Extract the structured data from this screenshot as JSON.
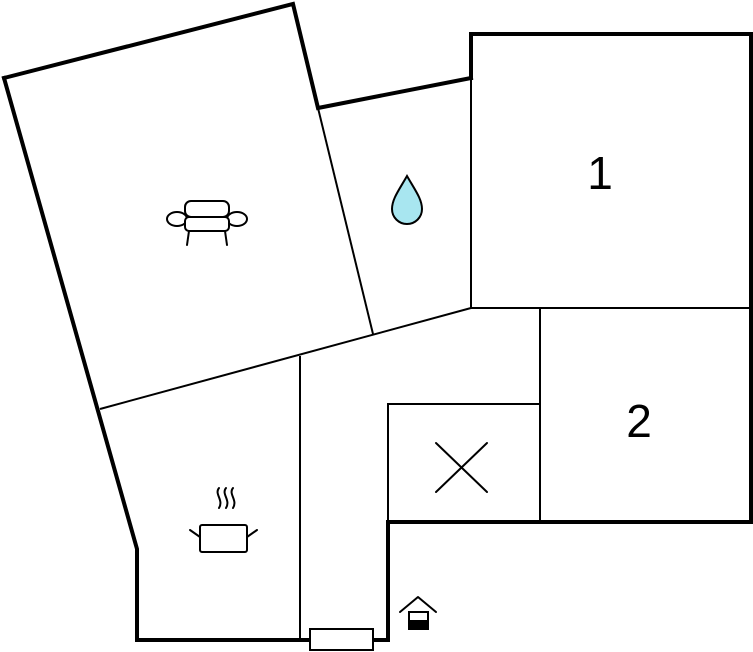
{
  "rooms": [
    {
      "id": "living-room",
      "label": "",
      "icon": "sofa-icon"
    },
    {
      "id": "bathroom",
      "label": "",
      "icon": "water-drop-icon"
    },
    {
      "id": "bedroom-1",
      "label": "1",
      "icon": ""
    },
    {
      "id": "bedroom-2",
      "label": "2",
      "icon": ""
    },
    {
      "id": "kitchen",
      "label": "",
      "icon": "cooking-pot-icon"
    },
    {
      "id": "storage",
      "label": "",
      "icon": "cross-icon"
    }
  ],
  "entrance": {
    "icon": "house-entrance-icon"
  },
  "colors": {
    "wall": "#000000",
    "background": "#ffffff",
    "water_drop": "#a8e6f0"
  }
}
